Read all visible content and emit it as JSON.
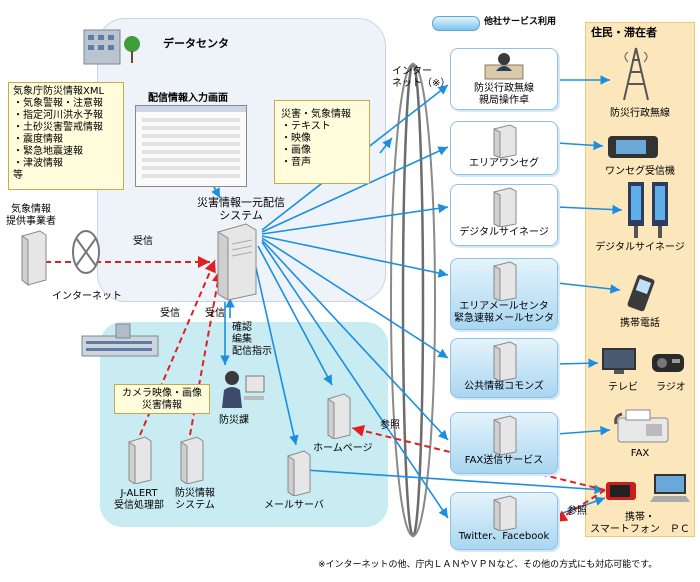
{
  "legend": {
    "label": "他社サービス利用"
  },
  "datacenter": {
    "label": "データセンタ"
  },
  "xml_box": {
    "title": "気象庁防災情報XML",
    "items": [
      "・気象警報・注意報",
      "・指定河川洪水予報",
      "・土砂災害警戒情報",
      "・震度情報",
      "・緊急地震速報",
      "・津波情報"
    ],
    "etc": "等"
  },
  "input_screen": {
    "label": "配信情報入力画面"
  },
  "disaster_info": {
    "title": "災害・気象情報",
    "items": [
      "・テキスト",
      "・映像",
      "・画像",
      "・音声"
    ]
  },
  "central_system": {
    "line1": "災害情報一元配信",
    "line2": "システム"
  },
  "provider": {
    "line1": "気象情報",
    "line2": "提供事業者"
  },
  "internet_left": {
    "label": "インターネット"
  },
  "internet_center": {
    "line1": "インター",
    "line2": "ネット（※）"
  },
  "receive_labels": [
    "受信",
    "受信",
    "受信"
  ],
  "confirm": {
    "lines": [
      "確認",
      "編集",
      "配信指示"
    ]
  },
  "camera_box": {
    "line1": "カメラ映像・画像",
    "line2": "災害情報"
  },
  "bosai": {
    "label": "防災課"
  },
  "jalert": {
    "line1": "J-ALERT",
    "line2": "受信処理部"
  },
  "bosai_system": {
    "line1": "防災情報",
    "line2": "システム"
  },
  "homepage": {
    "label": "ホームページ"
  },
  "mailserver": {
    "label": "メールサーバ"
  },
  "ref_labels": [
    "参照",
    "参照"
  ],
  "services": [
    {
      "lines": [
        "防災行政無線",
        "親局操作卓"
      ],
      "ext": false
    },
    {
      "lines": [
        "エリアワンセグ"
      ],
      "ext": false
    },
    {
      "lines": [
        "デジタルサイネージ"
      ],
      "ext": false
    },
    {
      "lines": [
        "エリアメールセンタ",
        "緊急速報メールセンタ"
      ],
      "ext": true
    },
    {
      "lines": [
        "公共情報コモンズ"
      ],
      "ext": true
    },
    {
      "lines": [
        "FAX送信サービス"
      ],
      "ext": true
    },
    {
      "lines": [
        "Twitter、Facebook"
      ],
      "ext": true
    }
  ],
  "resident": {
    "title": "住民・滞在者",
    "devices": [
      "防災行政無線",
      "ワンセグ受信機",
      "デジタルサイネージ",
      "携帯電話",
      "テレビ",
      "ラジオ",
      "FAX"
    ],
    "pc_line1": "携帯・",
    "pc_line2": "スマートフォン　ＰＣ"
  },
  "footnote": "※インターネットの他、庁内ＬＡＮやＶＰＮなど、その他の方式にも対応可能です。",
  "colors": {
    "arrow_blue": "#1a8fe0",
    "arrow_red": "#e02020",
    "area_blue": "#c8ecf1",
    "resident_bg": "#fce7bc",
    "yellow_box": "#fffddc"
  }
}
